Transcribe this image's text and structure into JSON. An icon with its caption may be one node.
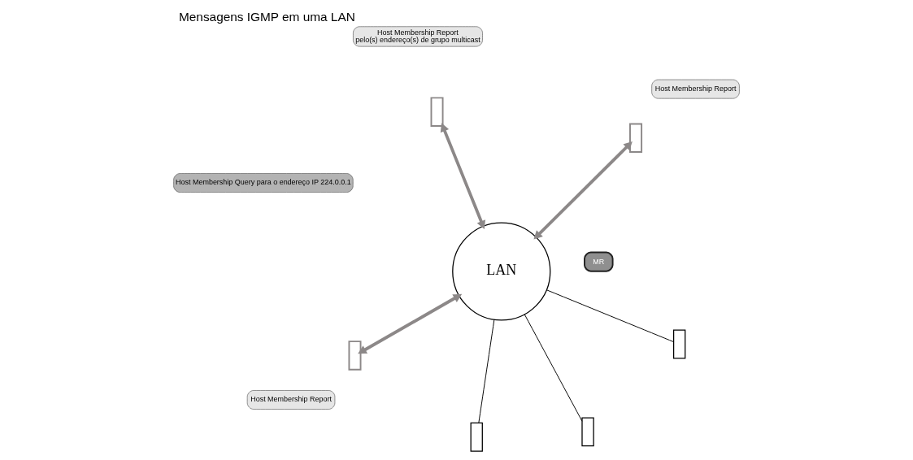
{
  "diagram": {
    "title": "Mensagens IGMP em uma LAN",
    "nodes": [
      {
        "text": [
          "Host Membership Query para o endereço IP 224.0.0.1"
        ]
      },
      {
        "text": [
          "MR"
        ]
      },
      {
        "text": [
          "LAN"
        ]
      },
      {
        "text": [],
        "shape": "box"
      },
      {
        "text": [
          "Host Membership Report"
        ]
      },
      {
        "text": [],
        "shape": "box"
      },
      {
        "text": [],
        "shape": "box"
      },
      {
        "text": [],
        "shape": "box"
      },
      {
        "text": [],
        "shape": "box"
      },
      {
        "text": [],
        "shape": "box"
      },
      {
        "text": [
          "Host Membership Report",
          "pelo(s) endereço(s) de grupo multicast"
        ]
      },
      {
        "text": [
          "Host Membership Report"
        ]
      }
    ],
    "edges": [
      {
        "from": 2,
        "to": 3,
        "arrow": "both",
        "style": "thick",
        "color": "#8c8888"
      },
      {
        "from": 2,
        "to": 5,
        "arrow": "both",
        "style": "thick",
        "color": "#8c8888"
      },
      {
        "from": 2,
        "to": 6,
        "arrow": "both",
        "style": "thick",
        "color": "#8c8888"
      },
      {
        "from": 2,
        "to": 7,
        "arrow": "none",
        "color": "#000000"
      },
      {
        "from": 2,
        "to": 8,
        "arrow": "none",
        "color": "#000000"
      },
      {
        "from": 2,
        "to": 9,
        "arrow": "none",
        "color": "#000000"
      }
    ]
  }
}
